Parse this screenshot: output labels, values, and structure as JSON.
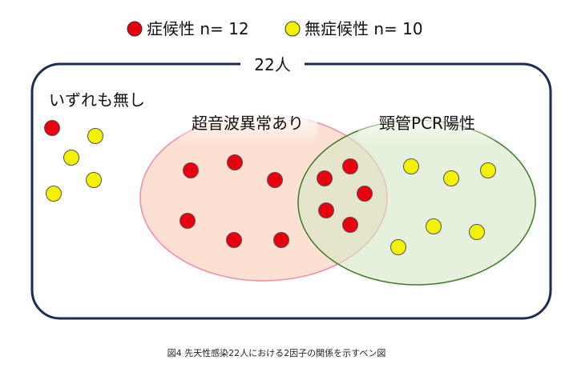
{
  "legend": {
    "items": [
      {
        "label": "症候性 n= 12",
        "color": "#e8000f"
      },
      {
        "label": "無症候性 n= 10",
        "color": "#f2f200"
      }
    ]
  },
  "frame": {
    "label": "22人"
  },
  "sets": {
    "none": {
      "label": "いずれも無し"
    },
    "ultrasound": {
      "label": "超音波異常あり",
      "fill": "#fbdccb",
      "stroke": "#f28aa6"
    },
    "pcr": {
      "label": "頸管PCR陽性",
      "fill": "#d6e7c6",
      "stroke": "#3f7a24"
    }
  },
  "caption": "図4  先天性感染22人における2因子の関係を示すベン図"
}
